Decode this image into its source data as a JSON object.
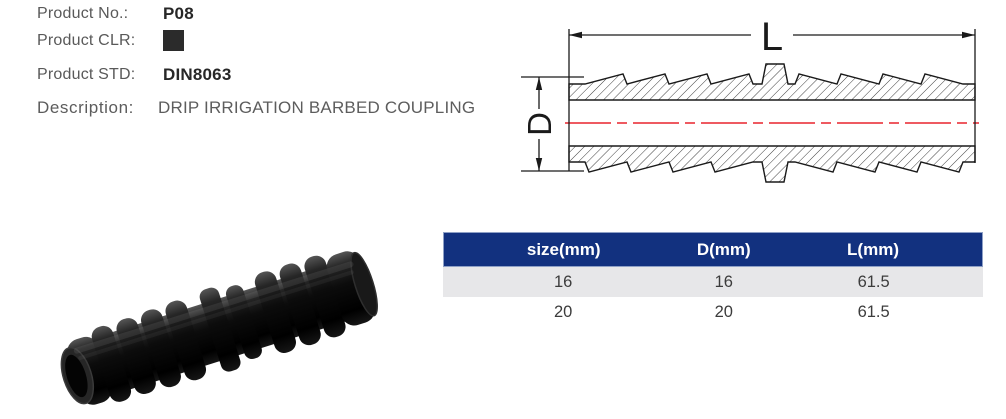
{
  "product": {
    "no_label": "Product No.:",
    "no_value": "P08",
    "clr_label": "Product CLR:",
    "clr_swatch_color": "#2b2b2b",
    "std_label": "Product STD:",
    "std_value": "DIN8063",
    "desc_label": "Description:",
    "desc_value": "DRIP IRRIGATION BARBED COUPLING"
  },
  "drawing": {
    "length_dim_label": "L",
    "diameter_dim_label": "D",
    "centerline_color": "#e8232d",
    "line_color": "#1a1a1a"
  },
  "spec_table": {
    "headers": [
      "size(mm)",
      "D(mm)",
      "L(mm)"
    ],
    "rows": [
      {
        "size": "16",
        "d": "16",
        "l": "61.5"
      },
      {
        "size": "20",
        "d": "20",
        "l": "61.5"
      }
    ],
    "header_bg": "#12317f",
    "header_text_color": "#ffffff",
    "alt_row_bg": "#e7e7e9"
  }
}
